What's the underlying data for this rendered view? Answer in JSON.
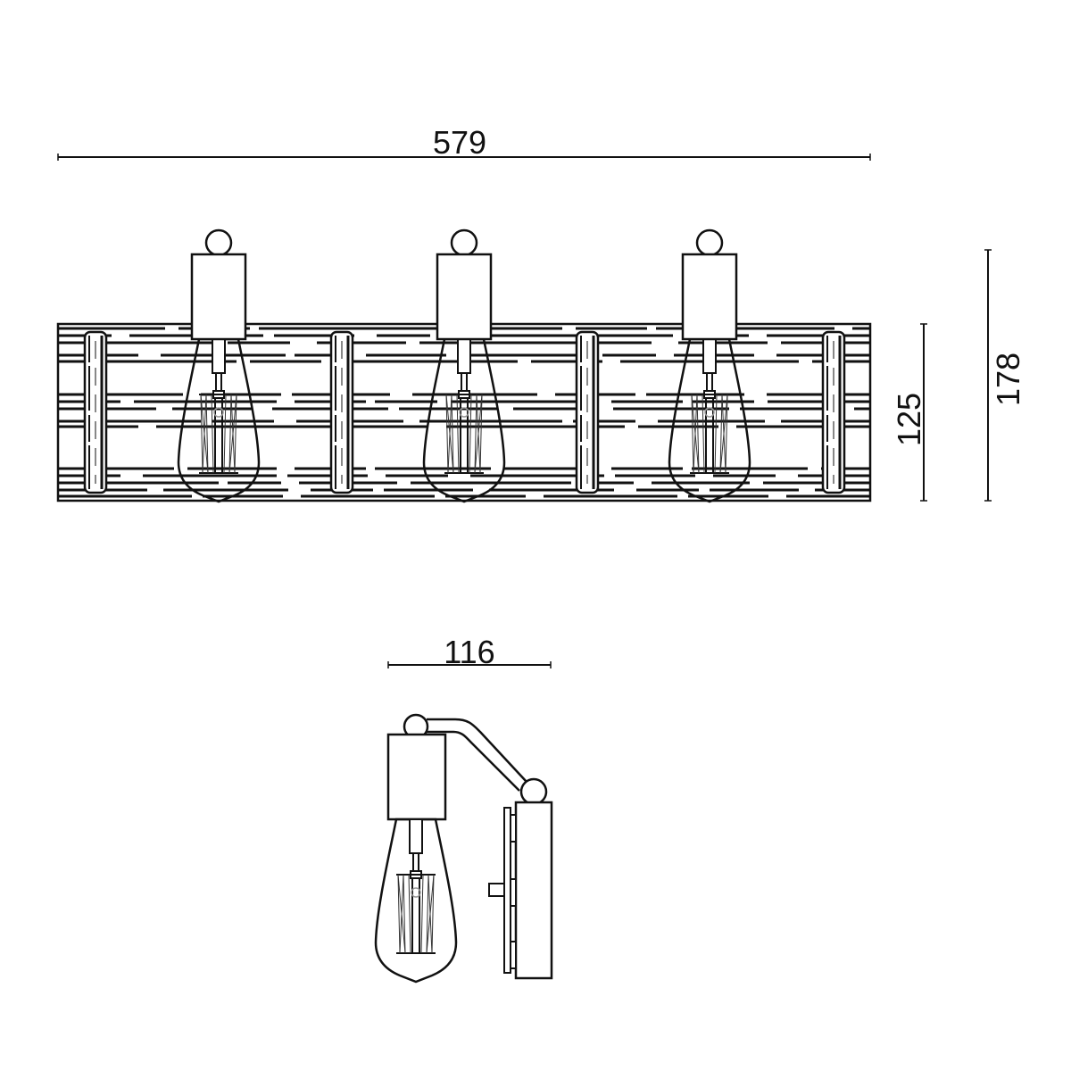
{
  "drawing": {
    "type": "technical dimension drawing",
    "subject": "three-light wall fixture with exposed filament bulbs on wood-grain backplate",
    "units_implied": "mm",
    "front_view": {
      "width_label": "579",
      "backplate_height_label": "125",
      "overall_height_label": "178",
      "bulb_count": 3
    },
    "side_view": {
      "depth_label": "116"
    }
  },
  "colors": {
    "line": "#111111",
    "background": "#ffffff"
  }
}
